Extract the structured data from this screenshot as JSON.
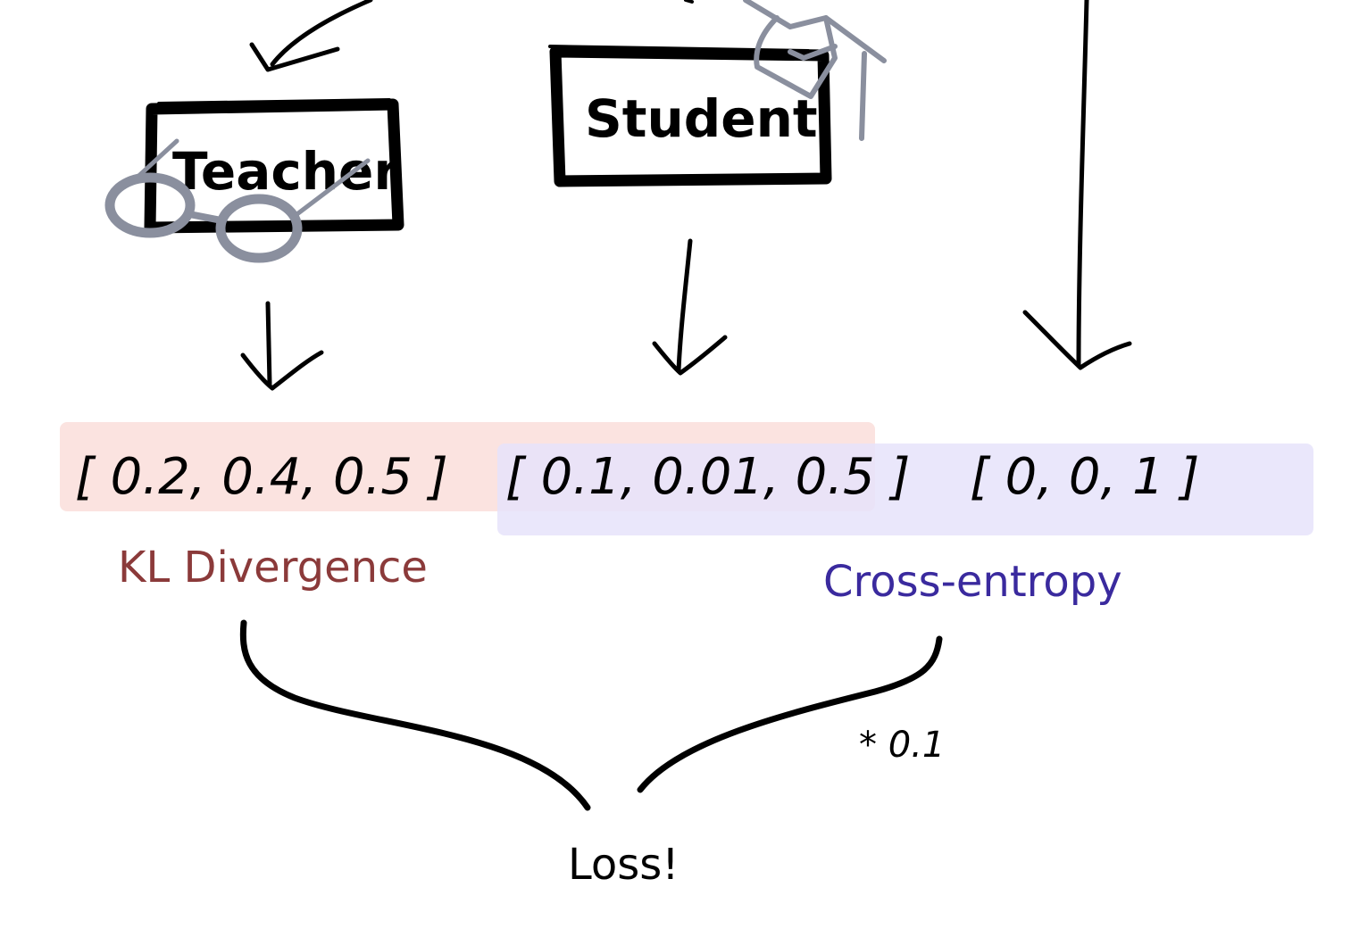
{
  "nodes": {
    "teacher": {
      "label": "Teacher"
    },
    "student": {
      "label": "Student"
    }
  },
  "vectors": {
    "teacher_output": "[ 0.2, 0.4, 0.5 ]",
    "student_output": "[ 0.1, 0.01, 0.5 ]",
    "ground_truth": "[ 0, 0, 1 ]"
  },
  "losses": {
    "kl": {
      "label": "KL Divergence",
      "color": "#8b3a3a",
      "highlight": "#fbe3e0"
    },
    "ce": {
      "label": "Cross-entropy",
      "color": "#3a2a9e",
      "highlight": "#e6e3fa"
    },
    "ce_weight": "* 0.1",
    "total": "Loss!"
  }
}
